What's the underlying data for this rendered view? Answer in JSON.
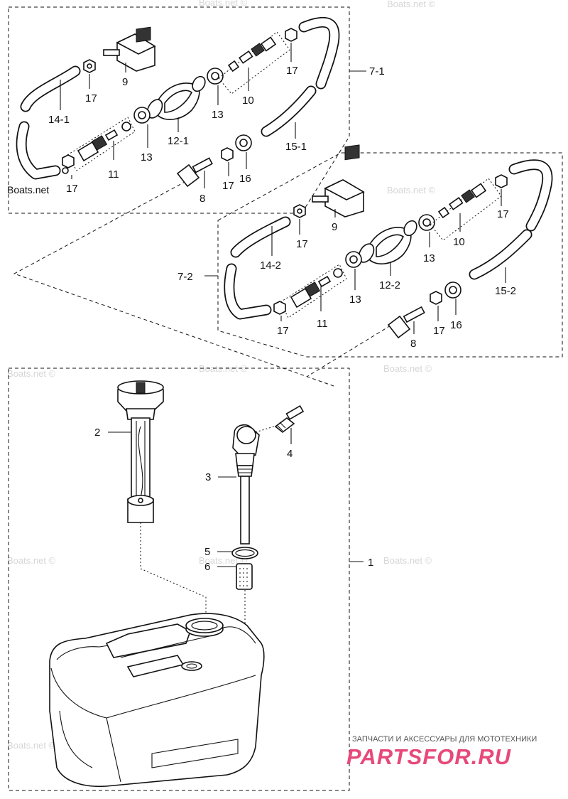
{
  "callouts": {
    "n1": "1",
    "n2": "2",
    "n3": "3",
    "n4": "4",
    "n5": "5",
    "n6": "6",
    "n7_1": "7-1",
    "n7_2": "7-2",
    "n8": "8",
    "n9": "9",
    "n10": "10",
    "n11": "11",
    "n12_1": "12-1",
    "n12_2": "12-2",
    "n13": "13",
    "n14_1": "14-1",
    "n14_2": "14-2",
    "n15_1": "15-1",
    "n15_2": "15-2",
    "n16": "16",
    "n17": "17"
  },
  "watermarks": {
    "site": "Boats.net",
    "site_copyright": "Boats.net ©"
  },
  "branding": {
    "tagline": "ЗАПЧАСТИ И АКСЕССУАРЫ ДЛЯ МОТОТЕХНИКИ",
    "logo": "PARTSFOR.RU",
    "logo_color": "#e64a7a"
  }
}
